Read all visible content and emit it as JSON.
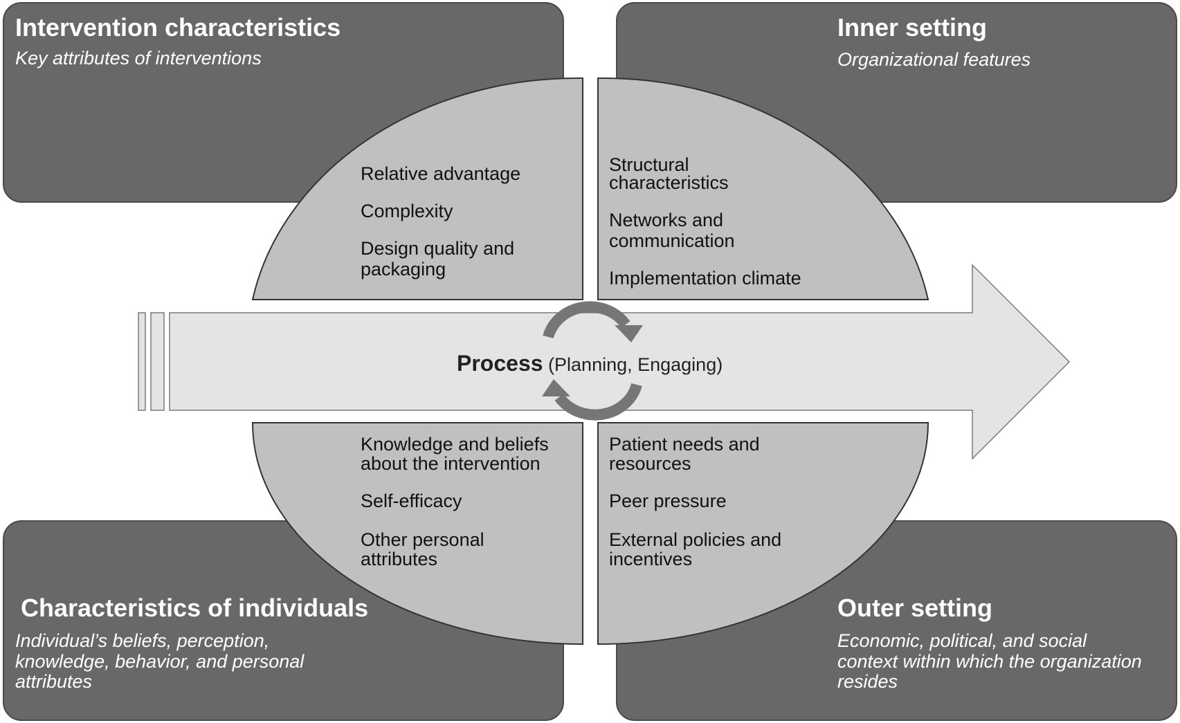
{
  "quadrants": {
    "intervention": {
      "title": "Intervention characteristics",
      "subtitle": "Key attributes of interventions",
      "items": [
        "Relative advantage",
        "Complexity",
        "Design quality and",
        "packaging"
      ]
    },
    "inner": {
      "title": "Inner setting",
      "subtitle": "Organizational features",
      "items": [
        "Structural",
        "characteristics",
        "Networks and",
        "communication",
        "Implementation climate"
      ]
    },
    "individuals": {
      "title": "Characteristics of individuals",
      "subtitle_lines": [
        "Individual’s beliefs, perception,",
        "knowledge, behavior, and personal",
        "attributes"
      ],
      "items": [
        "Knowledge and beliefs",
        "about the intervention",
        "Self-efficacy",
        "Other personal",
        "attributes"
      ]
    },
    "outer": {
      "title": "Outer setting",
      "subtitle_lines": [
        "Economic, political, and social",
        "context within which the organization",
        "resides"
      ],
      "items": [
        "Patient needs and",
        "resources",
        "Peer pressure",
        "External policies and",
        "incentives"
      ]
    }
  },
  "process": {
    "label": "Process",
    "detail": " (Planning, Engaging)"
  },
  "colors": {
    "box": "#686868",
    "ellipse": "#c0c0c0",
    "arrow": "#e4e4e4",
    "cycle": "#767676"
  }
}
